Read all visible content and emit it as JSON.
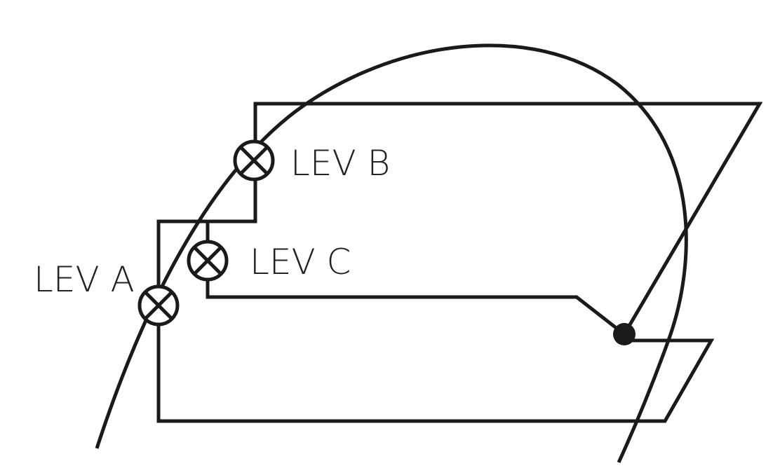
{
  "diagram": {
    "valves": {
      "a": {
        "label": "LEV A"
      },
      "b": {
        "label": "LEV B"
      },
      "c": {
        "label": "LEV C"
      }
    },
    "colors": {
      "line": "#1a1a1a",
      "text": "#222222",
      "background": "#ffffff"
    }
  }
}
